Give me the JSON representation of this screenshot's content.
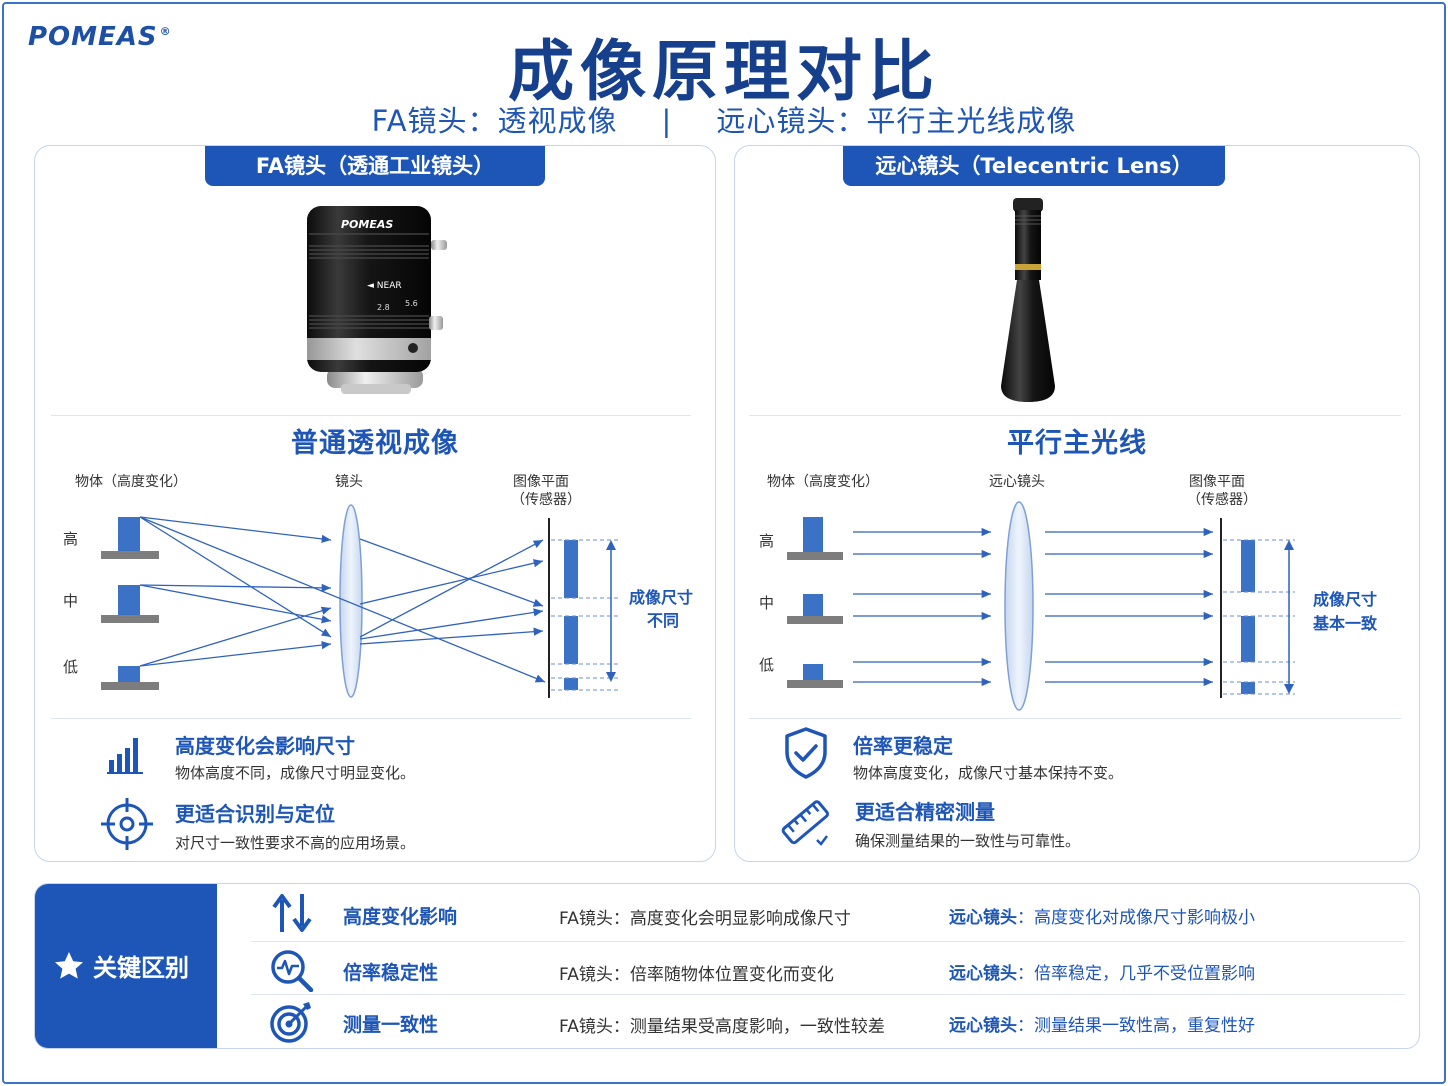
{
  "brand": {
    "logo": "POMEAS",
    "registered": "®",
    "lens_engraving": "POMEAS",
    "lens_near": "◄ NEAR",
    "lens_scale_1": "2.8",
    "lens_scale_2": "5.6"
  },
  "title": "成像原理对比",
  "subtitle": {
    "left": "FA镜头：透视成像",
    "separator": "|",
    "right": "远心镜头：平行主光线成像"
  },
  "left_panel": {
    "tab": "FA镜头（透通工业镜头）",
    "section_title": "普通透视成像",
    "labels": {
      "object": "物体（高度变化）",
      "lens": "镜头",
      "image_plane_1": "图像平面",
      "image_plane_2": "（传感器）",
      "high": "高",
      "mid": "中",
      "low": "低",
      "size_note_1": "成像尺寸",
      "size_note_2": "不同"
    },
    "features": [
      {
        "icon": "bar-chart-icon",
        "title": "高度变化会影响尺寸",
        "desc": "物体高度不同，成像尺寸明显变化。"
      },
      {
        "icon": "crosshair-icon",
        "title": "更适合识别与定位",
        "desc": "对尺寸一致性要求不高的应用场景。"
      }
    ]
  },
  "right_panel": {
    "tab": "远心镜头（Telecentric Lens）",
    "section_title": "平行主光线",
    "labels": {
      "object": "物体（高度变化）",
      "lens": "远心镜头",
      "image_plane_1": "图像平面",
      "image_plane_2": "（传感器）",
      "high": "高",
      "mid": "中",
      "low": "低",
      "size_note_1": "成像尺寸",
      "size_note_2": "基本一致"
    },
    "features": [
      {
        "icon": "shield-check-icon",
        "title": "倍率更稳定",
        "desc": "物体高度变化，成像尺寸基本保持不变。"
      },
      {
        "icon": "ruler-icon",
        "title": "更适合精密测量",
        "desc": "确保测量结果的一致性与可靠性。"
      }
    ]
  },
  "key_differences": {
    "label": "关键区别",
    "rows": [
      {
        "icon": "up-down-arrows-icon",
        "name": "高度变化影响",
        "fa": "FA镜头：高度变化会明显影响成像尺寸",
        "tc_prefix": "远心镜头",
        "tc": "：高度变化对成像尺寸影响极小"
      },
      {
        "icon": "magnifier-pulse-icon",
        "name": "倍率稳定性",
        "fa": "FA镜头：倍率随物体位置变化而变化",
        "tc_prefix": "远心镜头",
        "tc": "：倍率稳定，几乎不受位置影响"
      },
      {
        "icon": "target-icon",
        "name": "测量一致性",
        "fa": "FA镜头：测量结果受高度影响，一致性较差",
        "tc_prefix": "远心镜头",
        "tc": "：测量结果一致性高，重复性好"
      }
    ]
  },
  "colors": {
    "primary": "#1e56b8",
    "title": "#163f8c",
    "block": "#3b72c6",
    "lens": "#dde8f6",
    "base": "#7d7d7d"
  }
}
